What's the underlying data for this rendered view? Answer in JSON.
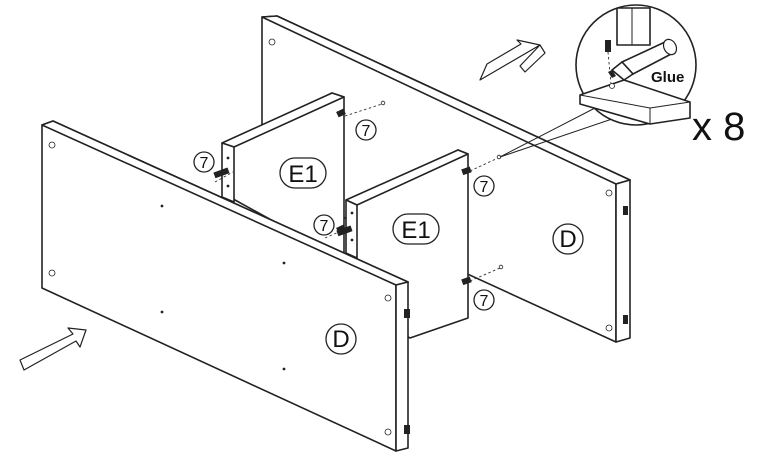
{
  "parts": {
    "back_panel": "D",
    "front_panel": "D",
    "divider_left": "E1",
    "divider_right": "E1"
  },
  "fastener": "7",
  "glue_label": "Glue",
  "quantity": "x 8",
  "icons": [
    "dowel-icon",
    "glue-bottle-icon",
    "insert-arrow-icon"
  ]
}
